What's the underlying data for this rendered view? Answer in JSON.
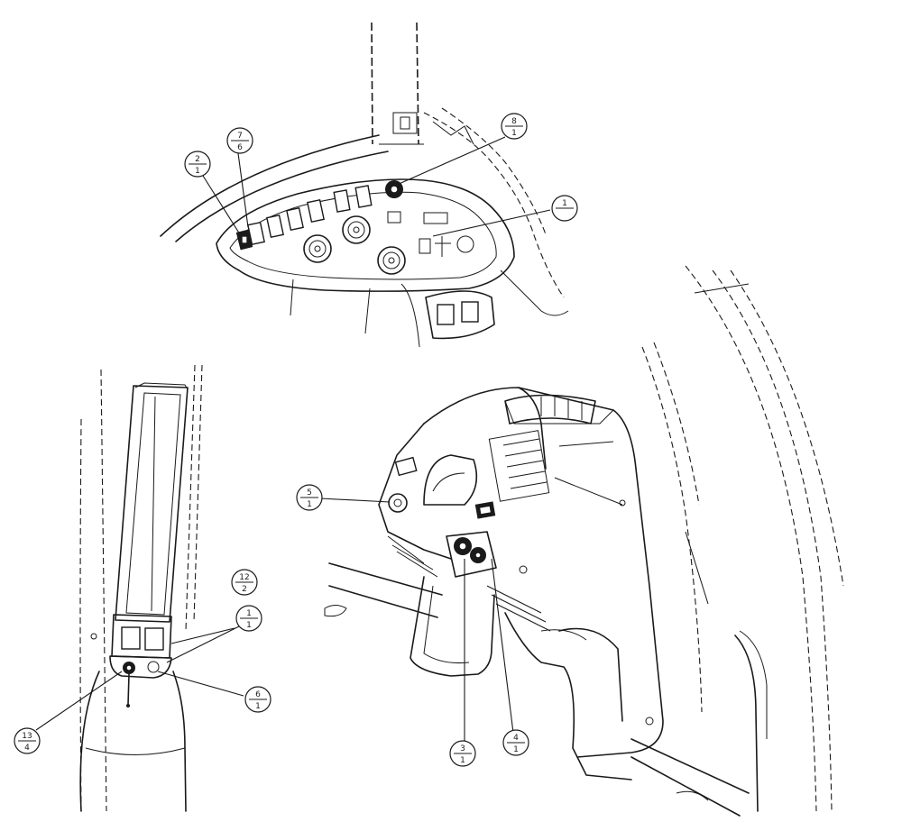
{
  "callouts": [
    {
      "id": "c-2-1",
      "top": "2",
      "bottom": "1"
    },
    {
      "id": "c-7-6",
      "top": "7",
      "bottom": "6"
    },
    {
      "id": "c-8-1",
      "top": "8",
      "bottom": "1"
    },
    {
      "id": "c-1-a",
      "top": "1",
      "bottom": ""
    },
    {
      "id": "c-5-1",
      "top": "5",
      "bottom": "1"
    },
    {
      "id": "c-12-2",
      "top": "12",
      "bottom": "2"
    },
    {
      "id": "c-1-1",
      "top": "1",
      "bottom": "1"
    },
    {
      "id": "c-6-1",
      "top": "6",
      "bottom": "1"
    },
    {
      "id": "c-13-4",
      "top": "13",
      "bottom": "4"
    },
    {
      "id": "c-3-1",
      "top": "3",
      "bottom": "1"
    },
    {
      "id": "c-4-1",
      "top": "4",
      "bottom": "1"
    }
  ]
}
